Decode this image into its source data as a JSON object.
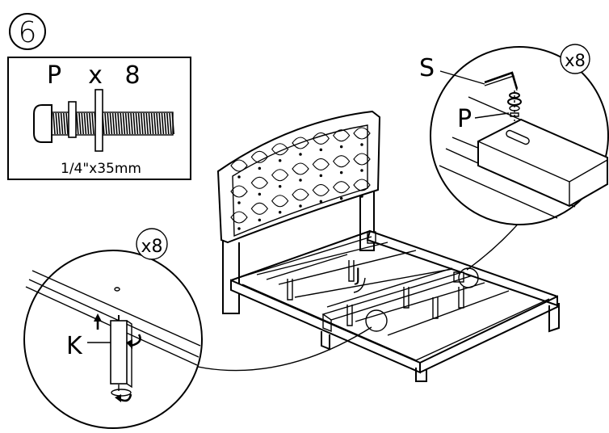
{
  "step": {
    "number": "6"
  },
  "hardware_box": {
    "part_letter": "P",
    "multiplier": "x",
    "quantity": "8",
    "size": "1/4\"x35mm"
  },
  "callout_leg": {
    "quantity": "x8",
    "part_label": "K"
  },
  "callout_bolt": {
    "quantity": "x8",
    "tool_label": "S",
    "part_label": "P"
  },
  "frame": {
    "part_label": "J"
  }
}
